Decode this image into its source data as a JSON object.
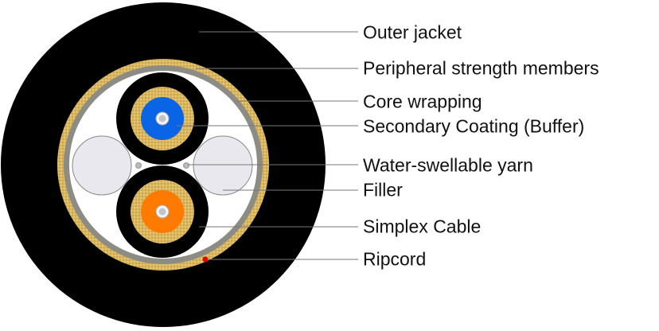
{
  "labels": [
    "Outer jacket",
    "Peripheral strength members",
    "Core wrapping",
    "Secondary Coating (Buffer)",
    "Water-swellable yarn",
    "Filler",
    "Simplex Cable",
    "Ripcord"
  ],
  "colors": {
    "jacket": "#000000",
    "strength_members": "#d9b55c",
    "core_wrapping": "#8c8c84",
    "buffer_top": "#0a64e6",
    "buffer_bottom": "#ff7a00",
    "filler": "#e8e8ee",
    "ripcord": "#e00000"
  }
}
